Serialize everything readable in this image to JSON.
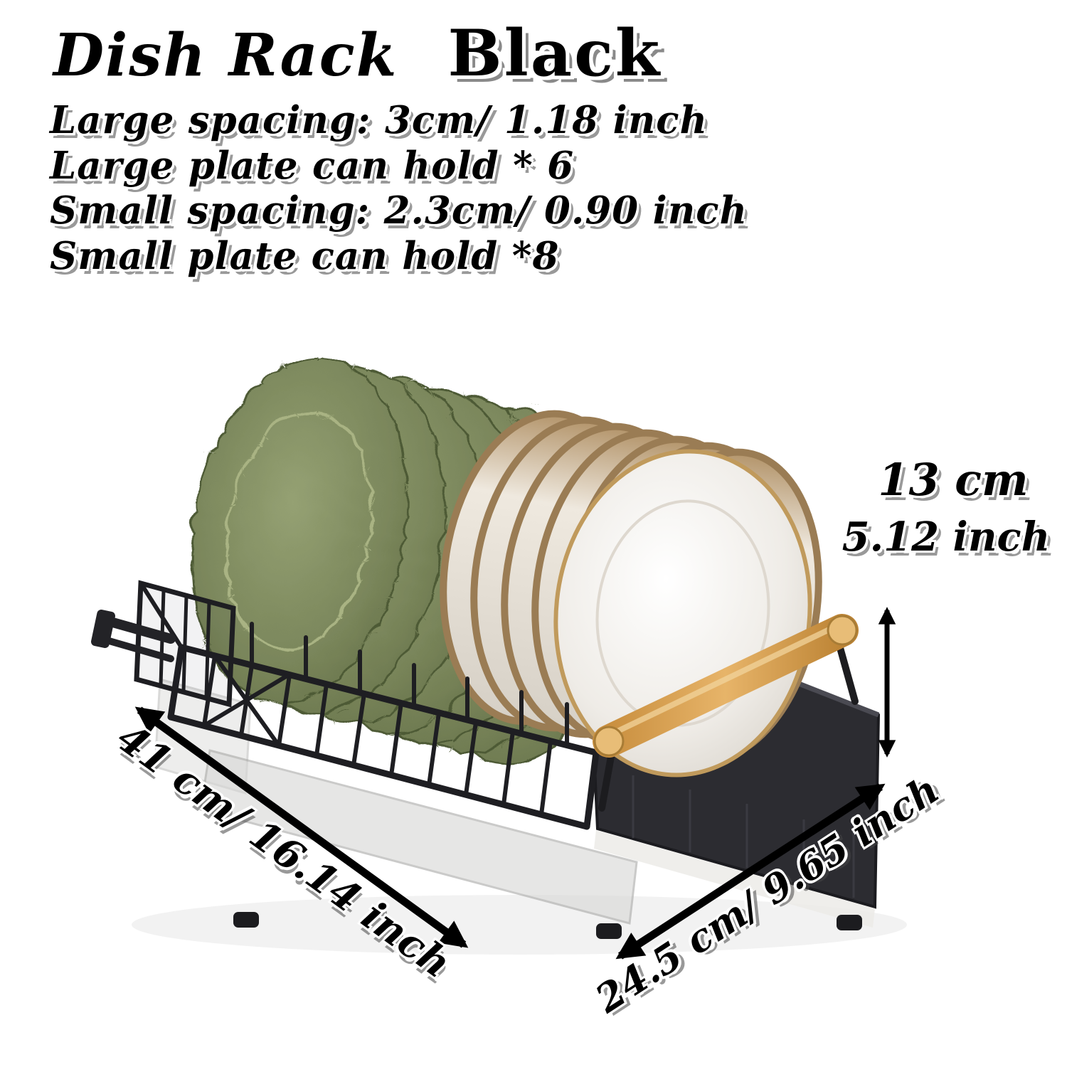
{
  "header": {
    "title": "Dish Rack",
    "color_label": "Black"
  },
  "specs": {
    "lines": [
      "Large spacing: 3cm/ 1.18 inch",
      "Large plate can hold * 6",
      "Small spacing: 2.3cm/ 0.90 inch",
      "Small plate can hold *8"
    ]
  },
  "dimensions": {
    "height_value": "13 cm",
    "height_inch": "5.12 inch",
    "length_label": "41 cm/ 16.14 inch",
    "depth_label": "24.5 cm/ 9.65 inch"
  },
  "product": {
    "item": "expandable dish drying rack with plates and wooden handle",
    "colors": {
      "frame_black": "#26262b",
      "plate_green": "#6e7a4f",
      "plate_white": "#f4f1ea",
      "rim_gold": "#b08a52",
      "handle_wood": "#d9a75f",
      "tray_gray": "#d8d7d4"
    }
  },
  "icons": {
    "height_arrow": "double-headed-vertical-arrow",
    "length_arrow": "double-headed-diagonal-arrow",
    "depth_arrow": "double-headed-diagonal-arrow"
  }
}
